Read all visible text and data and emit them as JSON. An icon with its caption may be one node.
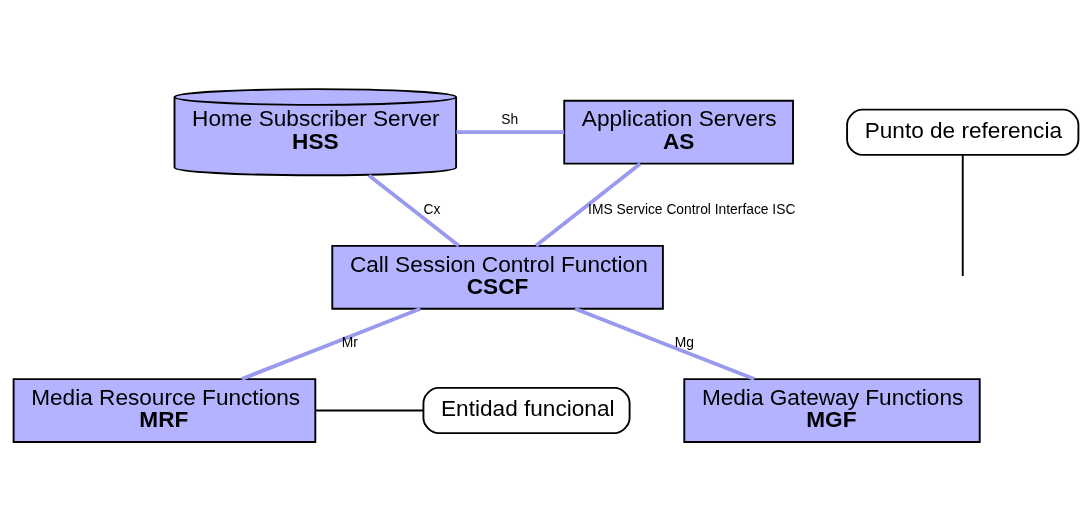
{
  "diagram": {
    "nodes": [
      {
        "text": [
          "Application Servers",
          "AS"
        ]
      },
      {
        "text": [
          "Home Subscriber Server",
          "HSS"
        ]
      },
      {
        "text": [
          "Call Session Control Function",
          "CSCF"
        ]
      },
      {
        "text": [
          "Media Resource Functions",
          "MRF"
        ]
      },
      {
        "text": [
          "Media Gateway Functions",
          "MGF"
        ]
      },
      {
        "text": [
          "Punto de referencia"
        ]
      },
      {
        "text": [
          "Entidad funcional"
        ]
      }
    ],
    "edges": [
      {
        "from": 1,
        "to": 0,
        "arrow": "none",
        "label": "Sh"
      },
      {
        "from": 1,
        "to": 2,
        "arrow": "none",
        "label": "Cx"
      },
      {
        "from": 0,
        "to": 2,
        "arrow": "none",
        "label": "IMS Service Control Interface ISC"
      },
      {
        "from": 2,
        "to": 3,
        "arrow": "none",
        "label": "Mr"
      },
      {
        "from": 2,
        "to": 4,
        "arrow": "none",
        "label": "Mg"
      },
      {
        "from": 5,
        "to": null,
        "arrow": "none",
        "color": "#000000"
      },
      {
        "from": 6,
        "to": 3,
        "arrow": "none",
        "color": "#000000"
      }
    ]
  }
}
